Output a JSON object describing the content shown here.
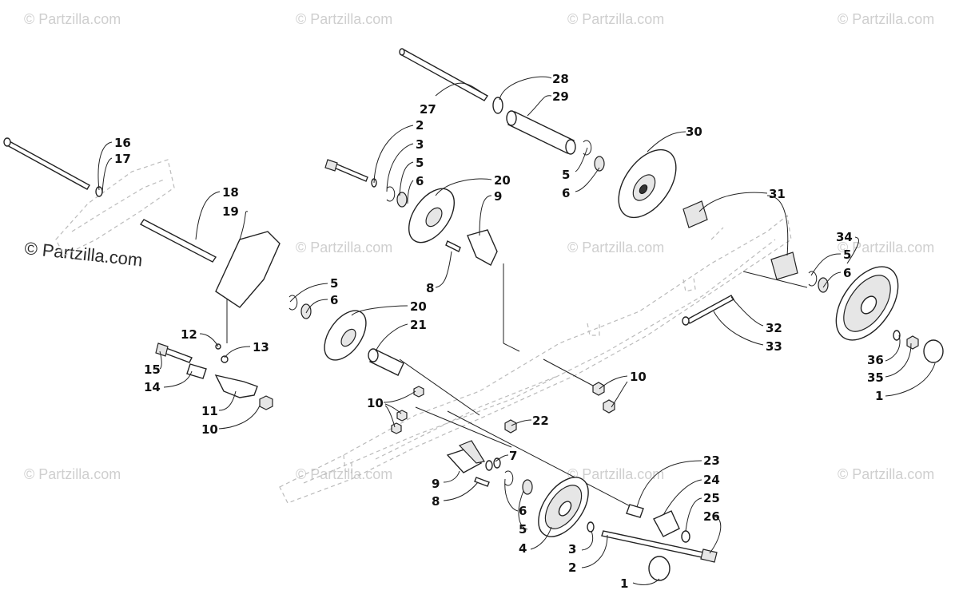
{
  "watermarks": {
    "small": "© Partzilla.com",
    "large": "© Partzilla.com"
  },
  "callouts": {
    "c27": "27",
    "c28": "28",
    "c29": "29",
    "c30": "30",
    "c2a": "2",
    "c3a": "3",
    "c5a": "5",
    "c6a": "6",
    "c20a": "20",
    "c9a": "9",
    "c5b": "5",
    "c6b": "6",
    "c16": "16",
    "c17": "17",
    "c18": "18",
    "c19": "19",
    "c31": "31",
    "c34": "34",
    "c5c": "5",
    "c6c": "6",
    "c8a": "8",
    "c5d": "5",
    "c6d": "6",
    "c20b": "20",
    "c21": "21",
    "c12": "12",
    "c13": "13",
    "c15": "15",
    "c14": "14",
    "c11": "11",
    "c10a": "10",
    "c32": "32",
    "c33": "33",
    "c36": "36",
    "c35": "35",
    "c1a": "1",
    "c10b": "10",
    "c10c": "10",
    "c22": "22",
    "c7": "7",
    "c9b": "9",
    "c8b": "8",
    "c23": "23",
    "c24": "24",
    "c25": "25",
    "c26": "26",
    "c6e": "6",
    "c5e": "5",
    "c4": "4",
    "c3b": "3",
    "c2b": "2",
    "c1b": "1"
  }
}
